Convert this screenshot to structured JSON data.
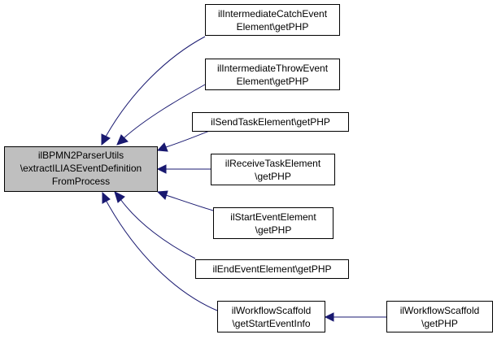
{
  "diagram": {
    "nodes": {
      "root": {
        "lines": [
          "ilBPMN2ParserUtils",
          "\\extractILIASEventDefinition",
          "FromProcess"
        ]
      },
      "catch": {
        "lines": [
          "ilIntermediateCatchEvent",
          "Element\\getPHP"
        ]
      },
      "throw": {
        "lines": [
          "ilIntermediateThrowEvent",
          "Element\\getPHP"
        ]
      },
      "send": {
        "lines": [
          "ilSendTaskElement\\getPHP"
        ]
      },
      "receive": {
        "lines": [
          "ilReceiveTaskElement",
          "\\getPHP"
        ]
      },
      "start": {
        "lines": [
          "ilStartEventElement",
          "\\getPHP"
        ]
      },
      "end": {
        "lines": [
          "ilEndEventElement\\getPHP"
        ]
      },
      "scaffold_info": {
        "lines": [
          "ilWorkflowScaffold",
          "\\getStartEventInfo"
        ]
      },
      "scaffold_php": {
        "lines": [
          "ilWorkflowScaffold",
          "\\getPHP"
        ]
      }
    },
    "edges": [
      {
        "from": "catch",
        "to": "root"
      },
      {
        "from": "throw",
        "to": "root"
      },
      {
        "from": "send",
        "to": "root"
      },
      {
        "from": "receive",
        "to": "root"
      },
      {
        "from": "start",
        "to": "root"
      },
      {
        "from": "end",
        "to": "root"
      },
      {
        "from": "scaffold_info",
        "to": "root"
      },
      {
        "from": "scaffold_php",
        "to": "scaffold_info"
      }
    ],
    "colors": {
      "edge": "#191970",
      "root_fill": "#bfbfbf",
      "node_fill": "#ffffff",
      "border": "#000000"
    }
  }
}
